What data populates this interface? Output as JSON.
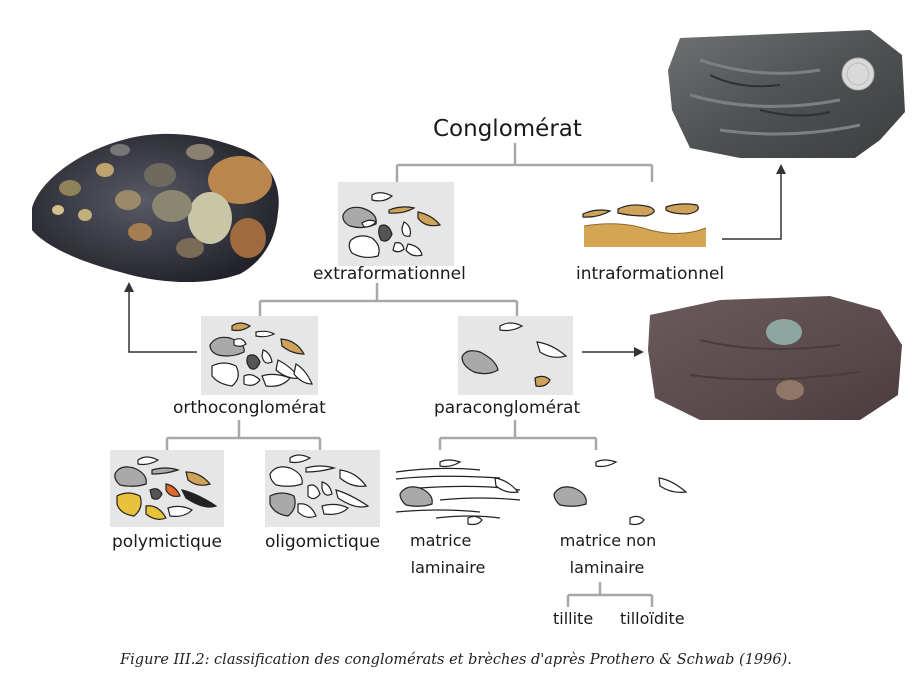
{
  "diagram": {
    "root": "Conglomérat",
    "level1": {
      "left": "extraformationnel",
      "right": "intraformationnel"
    },
    "level2": {
      "left": "orthoconglomérat",
      "right": "paraconglomérat"
    },
    "level3": {
      "polymictic": "polymictique",
      "oligomictic": "oligomictique",
      "laminar_line1": "matrice",
      "laminar_line2": "laminaire",
      "nonlaminar_line1": "matrice non",
      "nonlaminar_line2": "laminaire"
    },
    "level4": {
      "left": "tillite",
      "right": "tilloïdite"
    }
  },
  "caption": "Figure III.2: classification des conglomérats et brèches d'après Prothero & Schwab (1996).",
  "colors": {
    "connector": "#a8a8a8",
    "arrow": "#333333",
    "panel": "#e6e6e6",
    "clast_tan": "#cfa25a",
    "clast_grey": "#a9a9a9",
    "clast_dark": "#555555",
    "clast_yellow": "#e8c23a",
    "clast_orange": "#e26a2c"
  },
  "icons": [
    "conglomerate-rock-photo",
    "intraformational-rock-photo",
    "paraconglomerate-rock-photo"
  ]
}
